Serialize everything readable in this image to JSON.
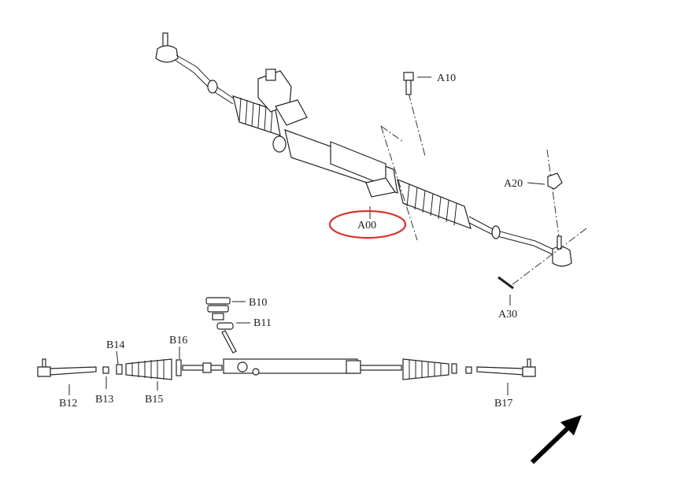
{
  "diagram": {
    "upper_assembly_labels": {
      "a10": "A10",
      "a20": "A20",
      "a00": "A00",
      "a30": "A30"
    },
    "lower_assembly_labels": {
      "b10": "B10",
      "b11": "B11",
      "b12": "B12",
      "b13": "B13",
      "b14": "B14",
      "b15": "B15",
      "b16": "B16",
      "b17": "B17"
    },
    "highlighted_label": "A00",
    "highlight_color": "#d9342b",
    "icons": {
      "direction": "arrow-up-right-icon"
    }
  }
}
